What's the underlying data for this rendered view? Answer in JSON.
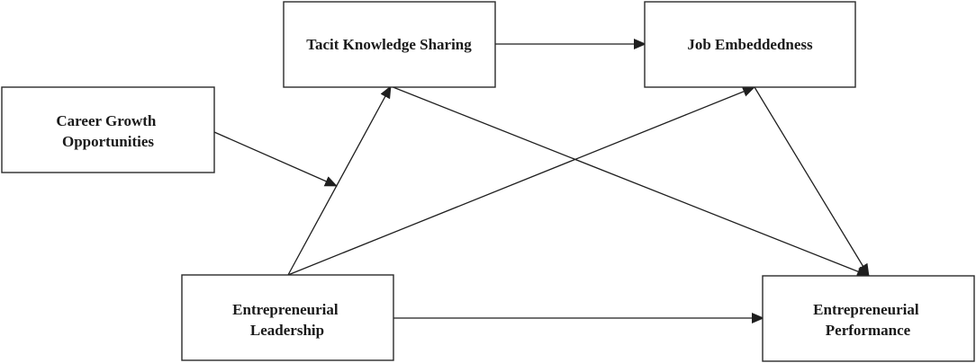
{
  "nodes": {
    "tacit_knowledge_sharing": {
      "lines": [
        "Tacit Knowledge Sharing"
      ]
    },
    "job_embeddedness": {
      "lines": [
        "Job Embeddedness"
      ]
    },
    "career_growth_opportunities": {
      "lines": [
        "Career Growth",
        "Opportunities"
      ]
    },
    "entrepreneurial_leadership": {
      "lines": [
        "Entrepreneurial",
        "Leadership"
      ]
    },
    "entrepreneurial_performance": {
      "lines": [
        "Entrepreneurial",
        "Performance"
      ]
    }
  },
  "edges": [
    {
      "from": "tacit_knowledge_sharing",
      "to": "job_embeddedness"
    },
    {
      "from": "career_growth_opportunities",
      "to": "entrepreneurial_leadership->tacit_knowledge_sharing",
      "kind": "moderation"
    },
    {
      "from": "entrepreneurial_leadership",
      "to": "tacit_knowledge_sharing"
    },
    {
      "from": "entrepreneurial_leadership",
      "to": "job_embeddedness"
    },
    {
      "from": "entrepreneurial_leadership",
      "to": "entrepreneurial_performance"
    },
    {
      "from": "tacit_knowledge_sharing",
      "to": "entrepreneurial_performance"
    },
    {
      "from": "job_embeddedness",
      "to": "entrepreneurial_performance"
    }
  ]
}
